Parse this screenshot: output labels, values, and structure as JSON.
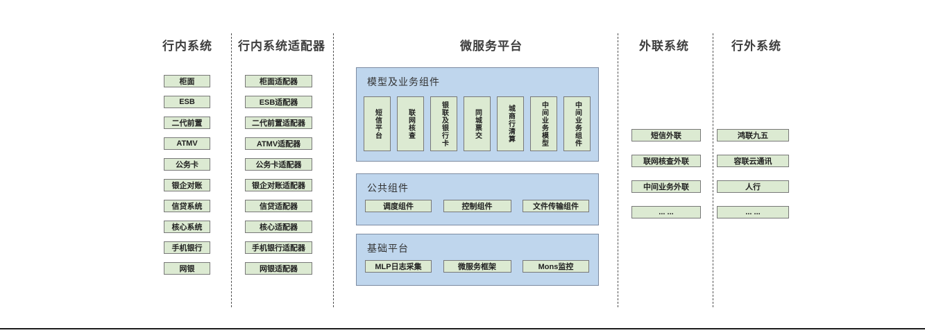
{
  "colors": {
    "green_fill": "#dcead2",
    "green_border": "#777777",
    "blue_fill": "#bfd6ed",
    "blue_border": "#7b8aa0",
    "divider": "#4d4d4d",
    "header_text": "#3d3d3d",
    "box_text": "#1f1f1f",
    "bottom_line": "#1a1a1a"
  },
  "diagram": {
    "columns": [
      {
        "title": "行内系统",
        "items": [
          "柜面",
          "ESB",
          "二代前置",
          "ATMV",
          "公务卡",
          "银企对账",
          "信贷系统",
          "核心系统",
          "手机银行",
          "网银"
        ]
      },
      {
        "title": "行内系统适配器",
        "items": [
          "柜面适配器",
          "ESB适配器",
          "二代前置适配器",
          "ATMV适配器",
          "公务卡适配器",
          "银企对账适配器",
          "信贷适配器",
          "核心适配器",
          "手机银行适配器",
          "网银适配器"
        ]
      },
      {
        "title": "微服务平台",
        "panels": [
          {
            "title": "模型及业务组件",
            "items": [
              "短信平台",
              "联网核查",
              "银联及银行卡",
              "同城票交",
              "城商行清算",
              "中间业务模型",
              "中间业务组件"
            ]
          },
          {
            "title": "公共组件",
            "items": [
              "调度组件",
              "控制组件",
              "文件传输组件"
            ]
          },
          {
            "title": "基础平台",
            "items": [
              "MLP日志采集",
              "微服务框架",
              "Mons监控"
            ]
          }
        ]
      },
      {
        "title": "外联系统",
        "items": [
          "短信外联",
          "联网核查外联",
          "中间业务外联",
          "... ..."
        ]
      },
      {
        "title": "行外系统",
        "items": [
          "鸿联九五",
          "容联云通讯",
          "人行",
          "... ..."
        ]
      }
    ]
  }
}
